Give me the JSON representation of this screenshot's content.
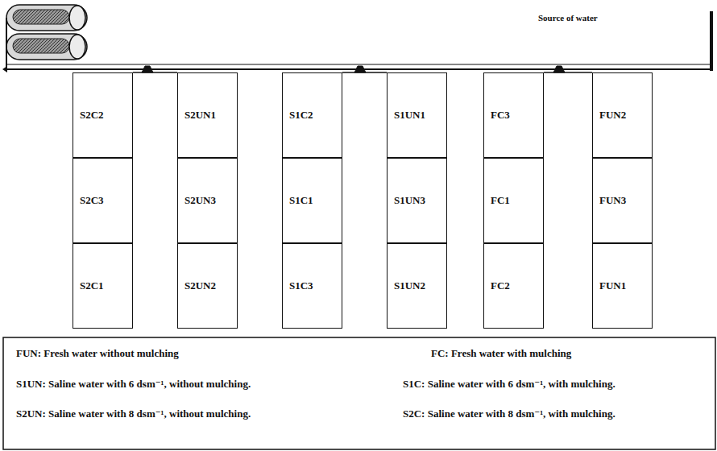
{
  "diagram": {
    "nodes": [
      {
        "text": [
          "S2C2"
        ]
      },
      {
        "text": [
          "S2UN1"
        ]
      },
      {
        "text": [
          "S1C2"
        ]
      },
      {
        "text": [
          "S1UN1"
        ]
      },
      {
        "text": [
          "FC3"
        ]
      },
      {
        "text": [
          "FUN2"
        ]
      },
      {
        "text": [
          "S2C3"
        ]
      },
      {
        "text": [
          "S2UN3"
        ]
      },
      {
        "text": [
          "S1C1"
        ]
      },
      {
        "text": [
          "S1UN3"
        ]
      },
      {
        "text": [
          "FC1"
        ]
      },
      {
        "text": [
          "FUN3"
        ]
      },
      {
        "text": [
          "S2C1"
        ]
      },
      {
        "text": [
          "S2UN2"
        ]
      },
      {
        "text": [
          "S1C3"
        ]
      },
      {
        "text": [
          "S1UN2"
        ]
      },
      {
        "text": [
          "FC2"
        ]
      },
      {
        "text": [
          "FUN1"
        ]
      }
    ],
    "labels": [
      "Source of water",
      "FUN: Fresh water without mulching",
      "FC: Fresh water with mulching",
      "S1UN: Saline water with 6 dsm⁻¹, without mulching.",
      "S1C: Saline water with 6 dsm⁻¹, with mulching.",
      "S2UN: Saline water with 8 dsm⁻¹, without mulching.",
      "S2C: Saline water with 8 dsm⁻¹, with mulching."
    ]
  }
}
